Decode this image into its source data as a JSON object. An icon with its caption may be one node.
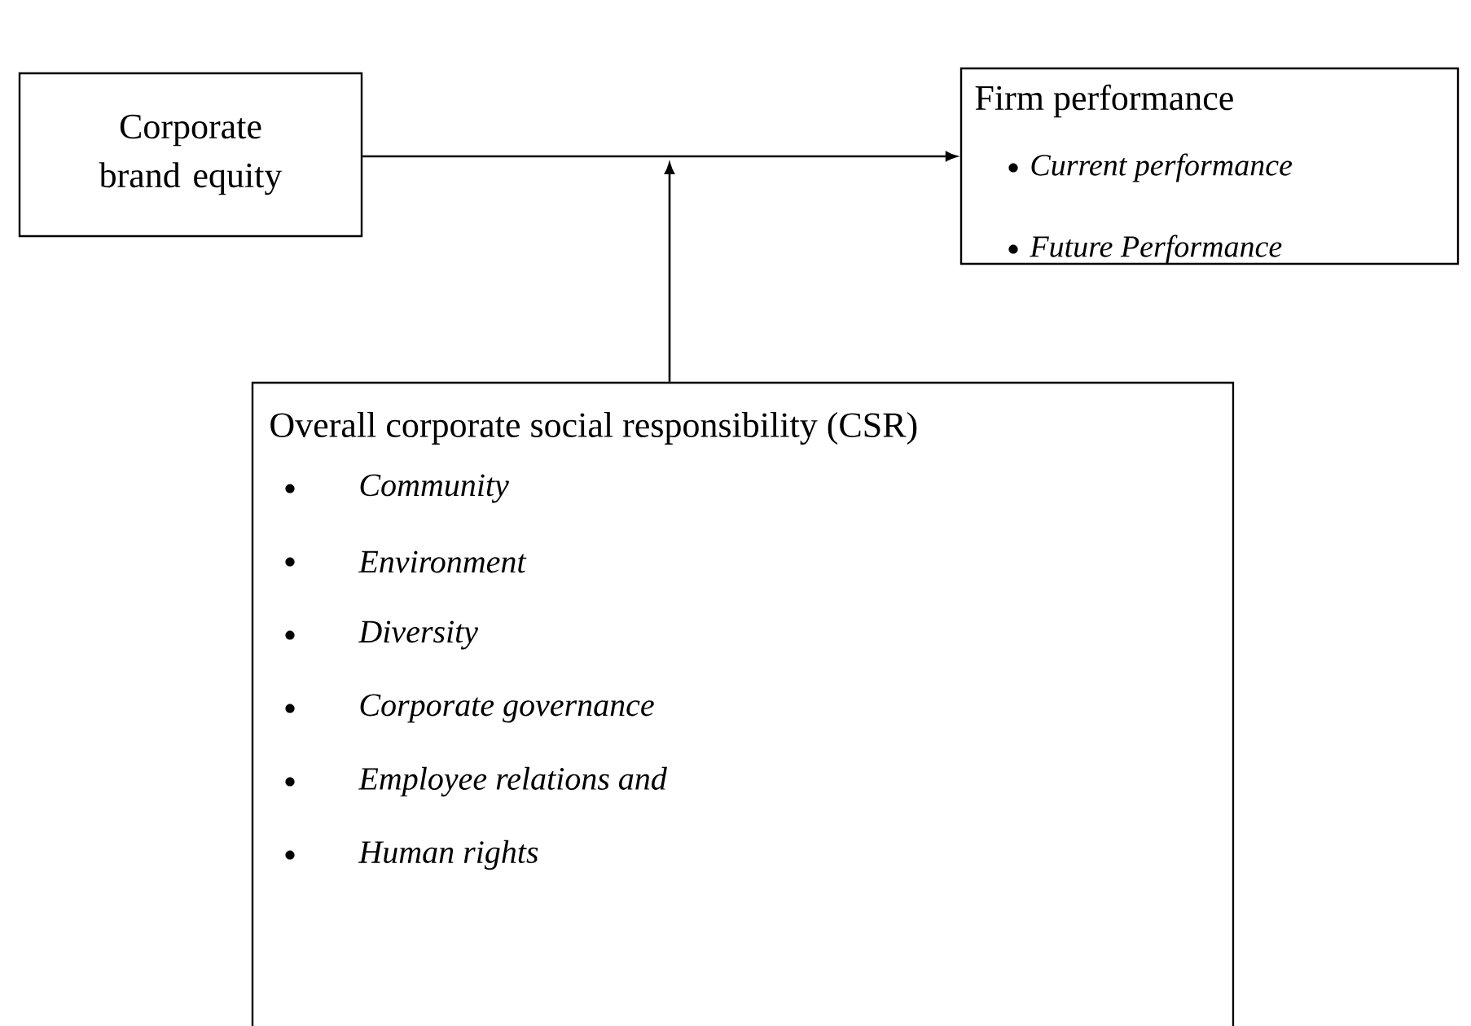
{
  "diagram": {
    "nodes": [
      {
        "text": [
          "Corporate brand equity"
        ]
      },
      {
        "text": [
          "Firm performance",
          "Current performance",
          "Future Performance"
        ]
      },
      {
        "text": [
          "Overall corporate social responsibility (CSR)",
          "Community",
          "Environment",
          "Diversity",
          "Corporate governance",
          "Employee relations and",
          "Human rights"
        ]
      }
    ],
    "edges": [
      {
        "from": 0,
        "to": 1,
        "arrow": "to"
      },
      {
        "from": 2,
        "to": null,
        "arrow": "to"
      }
    ]
  }
}
